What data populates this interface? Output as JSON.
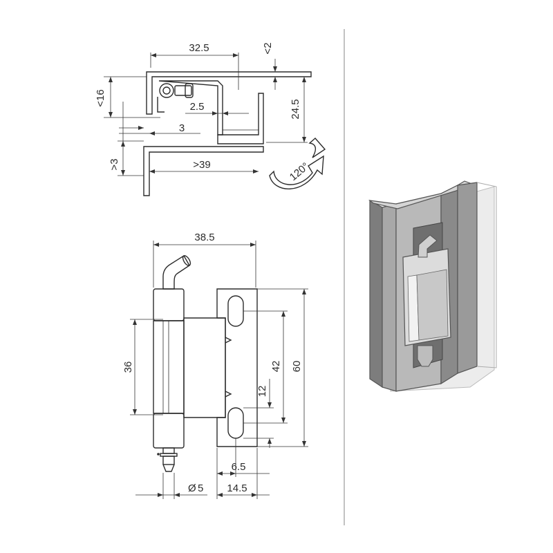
{
  "top_view": {
    "dim_width": "32.5",
    "dim_thickness": "<2",
    "dim_height_left": "<16",
    "dim_height_right": "24.5",
    "dim_pin_offset": "2.5",
    "dim_gap": "3",
    "dim_min_gap": ">3",
    "dim_min_width": ">39",
    "opening_angle": "120°"
  },
  "front_view": {
    "dim_total_width": "38.5",
    "dim_barrel_length": "36",
    "dim_hole_spacing": "42",
    "dim_total_height": "60",
    "dim_slot_length": "12",
    "dim_slot_offset": "6.5",
    "dim_leaf_width": "14.5",
    "dim_pin_diameter": "5",
    "diameter_symbol": "Ø"
  },
  "colors": {
    "line": "#2b2b2b",
    "divider": "#999999",
    "frame_metal": "#8a8a8a",
    "frame_light": "#c4c4c4",
    "hinge_metal": "#d6d6d6"
  }
}
